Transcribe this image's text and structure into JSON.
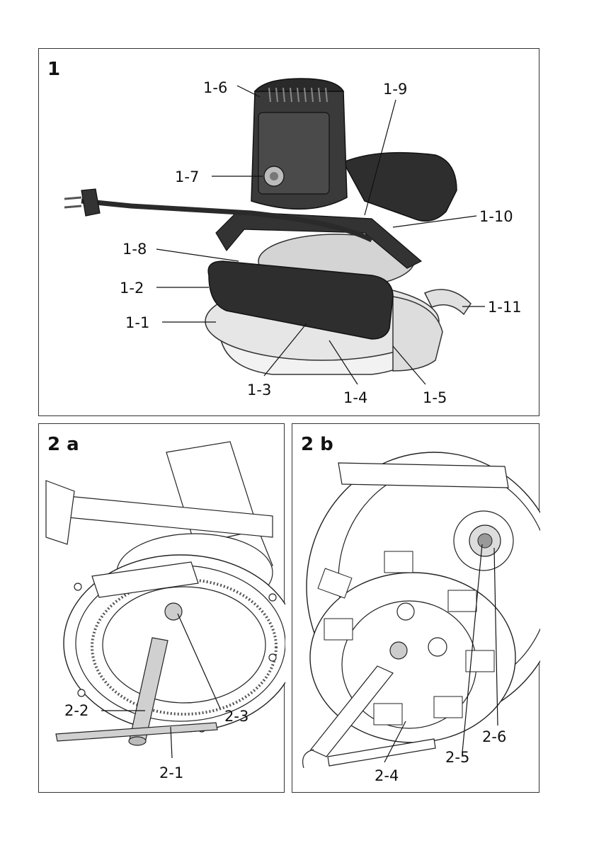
{
  "figures": {
    "fig1": {
      "number": "1"
    },
    "fig2a": {
      "number": "2 a"
    },
    "fig2b": {
      "number": "2 b"
    }
  },
  "labels": {
    "l1_1": "1-1",
    "l1_2": "1-2",
    "l1_3": "1-3",
    "l1_4": "1-4",
    "l1_5": "1-5",
    "l1_6": "1-6",
    "l1_7": "1-7",
    "l1_8": "1-8",
    "l1_9": "1-9",
    "l1_10": "1-10",
    "l1_11": "1-11",
    "l2_1": "2-1",
    "l2_2": "2-2",
    "l2_3": "2-3",
    "l2_4": "2-4",
    "l2_5": "2-5",
    "l2_6": "2-6"
  }
}
